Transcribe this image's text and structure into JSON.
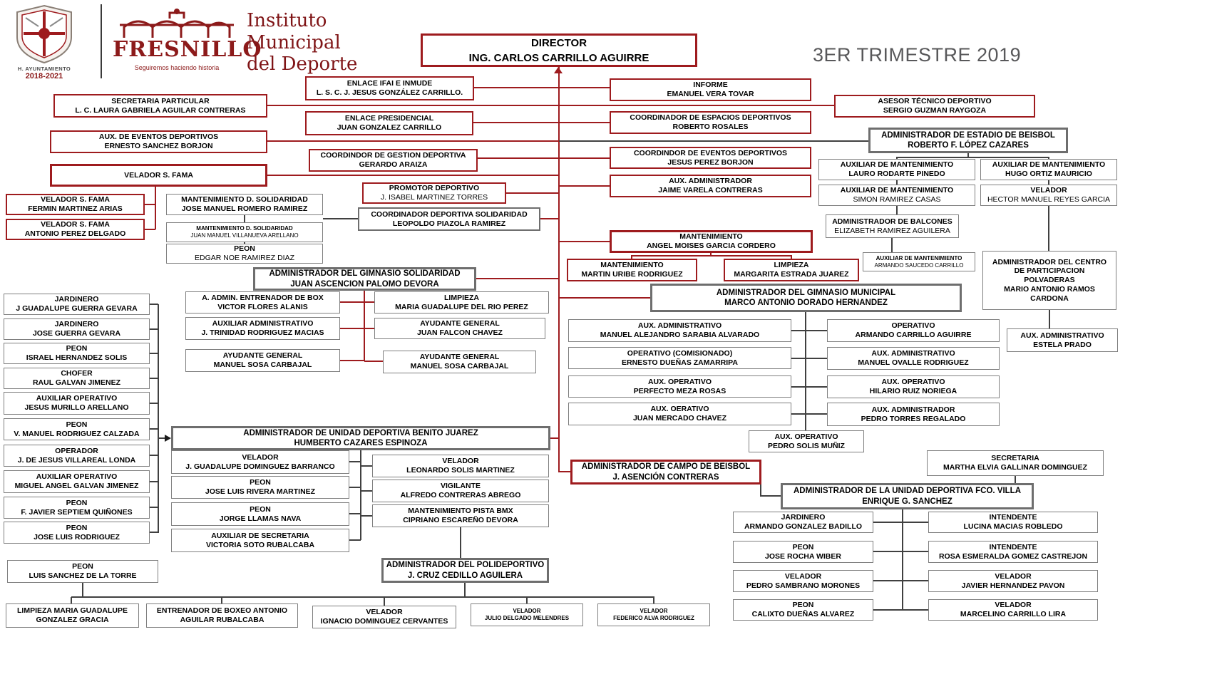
{
  "header": {
    "crest_caption_line1": "H. AYUNTAMIENTO",
    "crest_caption_line2": "2018-2021",
    "brand_name": "FRESNILLO",
    "brand_tagline": "Seguiremos haciendo historia",
    "institute_name": "Instituto\nMunicipal\ndel Deporte",
    "period_title": "3ER TRIMESTRE 2019"
  },
  "colors": {
    "accent_red": "#9E1B1E",
    "brand_maroon": "#8C1A1A",
    "box_border_gray": "#7F7F7F",
    "connector_dark": "#404040",
    "period_title_gray": "#58585A"
  },
  "boxes": {
    "director": {
      "title": "DIRECTOR",
      "name": "ING. CARLOS CARRILLO AGUIRRE"
    },
    "enlace_ifai": {
      "title": "ENLACE IFAI E INMUDE",
      "name": "L. S. C. J. JESUS GONZÁLEZ CARRILLO."
    },
    "informe": {
      "title": "INFORME",
      "name": "EMANUEL VERA TOVAR"
    },
    "secretaria_particular": {
      "title": "SECRETARIA PARTICULAR",
      "name": "L. C. LAURA GABRIELA AGUILAR CONTRERAS"
    },
    "asesor_tecnico": {
      "title": "ASESOR TÉCNICO DEPORTIVO",
      "name": "SERGIO GUZMAN RAYGOZA"
    },
    "enlace_presidencial": {
      "title": "ENLACE PRESIDENCIAL",
      "name": "JUAN GONZALEZ CARRILLO"
    },
    "coord_espacios": {
      "title": "COORDINADOR DE ESPACIOS DEPORTIVOS",
      "name": "ROBERTO ROSALES"
    },
    "aux_eventos": {
      "title": "AUX. DE EVENTOS DEPORTIVOS",
      "name": "ERNESTO SANCHEZ BORJON"
    },
    "admin_estadio": {
      "title": "ADMINISTRADOR DE ESTADIO DE BEISBOL",
      "name": "ROBERTO F. LÓPEZ CAZARES"
    },
    "coord_gestion": {
      "title": "COORDINDOR DE GESTION DEPORTIVA",
      "name": "GERARDO ARAIZA"
    },
    "coord_eventos": {
      "title": "COORDINDOR DE EVENTOS DEPORTIVOS",
      "name": "JESUS PEREZ BORJON"
    },
    "aux_mant_lauro": {
      "title": "AUXILIAR DE MANTENIMIENTO",
      "name": "LAURO RODARTE PINEDO"
    },
    "aux_mant_hugo": {
      "title": "AUXILIAR DE MANTENIMIENTO",
      "name": "HUGO ORTIZ MAURICIO"
    },
    "velador_fama": {
      "title": "VELADOR S. FAMA"
    },
    "aux_admin_jaime": {
      "title": "AUX. ADMINISTRADOR",
      "name": "JAIME VARELA CONTRERAS"
    },
    "promotor": {
      "title": "PROMOTOR DEPORTIVO",
      "name": "J. ISABEL MARTINEZ TORRES"
    },
    "aux_mant_simon": {
      "title": "AUXILIAR DE MANTENIMIENTO",
      "name": "SIMON RAMIREZ CASAS"
    },
    "velador_hector": {
      "title": "VELADOR",
      "name": "HECTOR MANUEL REYES GARCIA"
    },
    "velador_fermin": {
      "title": "VELADOR S. FAMA",
      "name": "FERMIN MARTINEZ ARIAS"
    },
    "mant_sol_jose": {
      "title": "MANTENIMIENTO D. SOLIDARIDAD",
      "name": "JOSE MANUEL ROMERO RAMIREZ"
    },
    "coord_solidaridad": {
      "title": "COORDINADOR DEPORTIVA SOLIDARIDAD",
      "name": "LEOPOLDO PIAZOLA RAMIREZ"
    },
    "velador_antonio": {
      "title": "VELADOR S. FAMA",
      "name": "ANTONIO PEREZ DELGADO"
    },
    "mant_sol_juan": {
      "title": "MANTENIMIENTO D. SOLIDARIDAD",
      "name": "JUAN MANUEL VILLANUEVA ARELLANO"
    },
    "admin_balcones": {
      "title": "ADMINISTRADOR DE BALCONES",
      "name": "ELIZABETH RAMIREZ AGUILERA"
    },
    "mant_angel": {
      "title": "MANTENIMIENTO",
      "name": "ANGEL MOISES GARCIA CORDERO"
    },
    "peon_edgar": {
      "title": "PEON",
      "name": "EDGAR NOE RAMIREZ DIAZ"
    },
    "aux_mant_armando": {
      "title": "AUXILIAR DE MANTENIMIENTO",
      "name": "ARMANDO SAUCEDO CARRILLO"
    },
    "admin_polvaderas": {
      "title": "ADMINISTRADOR DEL CENTRO\nDE PARTICIPACION\nPOLVADERAS",
      "name": "MARIO ANTONIO RAMOS\nCARDONA"
    },
    "mant_martin": {
      "title": "MANTENIMIENTO",
      "name": "MARTIN URIBE RODRIGUEZ"
    },
    "limpieza_margarita": {
      "title": "LIMPIEZA",
      "name": "MARGARITA ESTRADA JUAREZ"
    },
    "admin_gim_sol": {
      "title": "ADMINISTRADOR DEL GIMNASIO SOLIDARIDAD",
      "name": "JUAN ASCENCION PALOMO DEVORA"
    },
    "admin_gim_mun": {
      "title": "ADMINISTRADOR DEL GIMNASIO MUNICIPAL",
      "name": "MARCO ANTONIO DORADO HERNANDEZ"
    },
    "jardinero_jg": {
      "title": "JARDINERO",
      "name": "J GUADALUPE GUERRA GEVARA"
    },
    "admin_box": {
      "title": "A. ADMIN. ENTRENADOR DE BOX",
      "name": "VICTOR FLORES ALANIS"
    },
    "limpieza_rio": {
      "title": "LIMPIEZA",
      "name": "MARIA GUADALUPE DEL RIO PEREZ"
    },
    "jardinero_jose": {
      "title": "JARDINERO",
      "name": "JOSE GUERRA GEVARA"
    },
    "aux_adm_trinidad": {
      "title": "AUXILIAR ADMINISTRATIVO",
      "name": "J. TRINIDAD RODRIGUEZ MACIAS"
    },
    "ayud_falcon": {
      "title": "AYUDANTE GENERAL",
      "name": "JUAN FALCON CHAVEZ"
    },
    "aux_adm_sarabia": {
      "title": "AUX. ADMINISTRATIVO",
      "name": "MANUEL ALEJANDRO SARABIA ALVARADO"
    },
    "oper_armando": {
      "title": "OPERATIVO",
      "name": "ARMANDO CARRILLO AGUIRRE"
    },
    "peon_israel": {
      "title": "PEON",
      "name": "ISRAEL HERNANDEZ SOLIS"
    },
    "ayud_sosa1": {
      "title": "AYUDANTE GENERAL",
      "name": "MANUEL SOSA CARBAJAL"
    },
    "ayud_sosa2": {
      "title": "AYUDANTE GENERAL",
      "name": "MANUEL SOSA CARBAJAL"
    },
    "oper_comisionado": {
      "title": "OPERATIVO (COMISIONADO)",
      "name": "ERNESTO DUEÑAS ZAMARRIPA"
    },
    "aux_adm_ovalle": {
      "title": "AUX. ADMINISTRATIVO",
      "name": "MANUEL OVALLE RODRIGUEZ"
    },
    "aux_adm_estela": {
      "title": "AUX. ADMINISTRATIVO",
      "name": "ESTELA PRADO"
    },
    "chofer_raul": {
      "title": "CHOFER",
      "name": "RAUL GALVAN JIMENEZ"
    },
    "aux_op_perfecto": {
      "title": "AUX. OPERATIVO",
      "name": "PERFECTO MEZA ROSAS"
    },
    "aux_op_hilario": {
      "title": "AUX. OPERATIVO",
      "name": "HILARIO RUIZ NORIEGA"
    },
    "aux_op_murillo": {
      "title": "AUXILIAR OPERATIVO",
      "name": "JESUS MURILLO ARELLANO"
    },
    "aux_oer_mercado": {
      "title": "AUX. OERATIVO",
      "name": "JUAN MERCADO CHAVEZ"
    },
    "aux_adm_torres": {
      "title": "AUX. ADMINISTRADOR",
      "name": "PEDRO TORRES REGALADO"
    },
    "peon_vmanuel": {
      "title": "PEON",
      "name": "V. MANUEL RODRIGUEZ CALZADA"
    },
    "admin_benito": {
      "title": "ADMINISTRADOR DE UNIDAD DEPORTIVA BENITO JUAREZ",
      "name": "HUMBERTO CAZARES ESPINOZA"
    },
    "aux_op_solis": {
      "title": "AUX. OPERATIVO",
      "name": "PEDRO SOLIS MUÑIZ"
    },
    "operador_villareal": {
      "title": "OPERADOR",
      "name": "J. DE JESUS VILLAREAL LONDA"
    },
    "velador_dominguez": {
      "title": "VELADOR",
      "name": "J. GUADALUPE DOMINGUEZ BARRANCO"
    },
    "velador_leonardo": {
      "title": "VELADOR",
      "name": "LEONARDO SOLIS MARTINEZ"
    },
    "secretaria_martha": {
      "title": "SECRETARIA",
      "name": "MARTHA ELVIA GALLINAR DOMINGUEZ"
    },
    "admin_campo": {
      "title": "ADMINISTRADOR DE CAMPO DE BEISBOL",
      "name": "J. ASENCIÓN CONTRERAS"
    },
    "aux_op_miguel": {
      "title": "AUXILIAR OPERATIVO",
      "name": "MIGUEL ANGEL GALVAN JIMENEZ"
    },
    "peon_rivera": {
      "title": "PEON",
      "name": "JOSE LUIS RIVERA MARTINEZ"
    },
    "vigilante_alfredo": {
      "title": "VIGILANTE",
      "name": "ALFREDO CONTRERAS ABREGO"
    },
    "admin_fco_villa": {
      "title": "ADMINISTRADOR DE LA UNIDAD DEPORTIVA FCO. VILLA",
      "name": "ENRIQUE G. SANCHEZ"
    },
    "peon_septiem": {
      "title": "PEON",
      "name": "F. JAVIER SEPTIEM QUIÑONES"
    },
    "peon_llamas": {
      "title": "PEON",
      "name": "JORGE LLAMAS NAVA"
    },
    "mant_bmx": {
      "title": "MANTENIMIENTO PISTA BMX",
      "name": "CIPRIANO ESCAREÑO DEVORA"
    },
    "jardinero_badillo": {
      "title": "JARDINERO",
      "name": "ARMANDO GONZALEZ BADILLO"
    },
    "intendente_lucina": {
      "title": "INTENDENTE",
      "name": "LUCINA MACIAS ROBLEDO"
    },
    "peon_jlrodriguez": {
      "title": "PEON",
      "name": "JOSE LUIS RODRIGUEZ"
    },
    "aux_sec_victoria": {
      "title": "AUXILIAR DE SECRETARIA",
      "name": "VICTORIA SOTO RUBALCABA"
    },
    "peon_rocha": {
      "title": "PEON",
      "name": "JOSE ROCHA WIBER"
    },
    "intendente_rosa": {
      "title": "INTENDENTE",
      "name": "ROSA ESMERALDA GOMEZ CASTREJON"
    },
    "peon_luis_sanchez": {
      "title": "PEON",
      "name": "LUIS SANCHEZ DE LA TORRE"
    },
    "admin_poli": {
      "title": "ADMINISTRADOR DEL POLIDEPORTIVO",
      "name": "J. CRUZ CEDILLO AGUILERA"
    },
    "velador_sambrano": {
      "title": "VELADOR",
      "name": "PEDRO SAMBRANO MORONES"
    },
    "velador_pavon": {
      "title": "VELADOR",
      "name": "JAVIER HERNANDEZ PAVON"
    },
    "peon_calixto": {
      "title": "PEON",
      "name": "CALIXTO DUEÑAS ALVAREZ"
    },
    "velador_marcelino": {
      "title": "VELADOR",
      "name": "MARCELINO CARRILLO LIRA"
    },
    "limpieza_gracia": {
      "title": "LIMPIEZA MARIA GUADALUPE",
      "name": "GONZALEZ GRACIA"
    },
    "entrenador_boxeo": {
      "title": "ENTRENADOR DE BOXEO ANTONIO",
      "name": "AGUILAR RUBALCABA"
    },
    "velador_ignacio": {
      "title": "VELADOR",
      "name": "IGNACIO DOMINGUEZ CERVANTES"
    },
    "velador_julio": {
      "title": "VELADOR",
      "name": "JULIO DELGADO MELENDRES"
    },
    "velador_federico": {
      "title": "VELADOR",
      "name": "FEDERICO ALVA RODRIGUEZ"
    }
  }
}
